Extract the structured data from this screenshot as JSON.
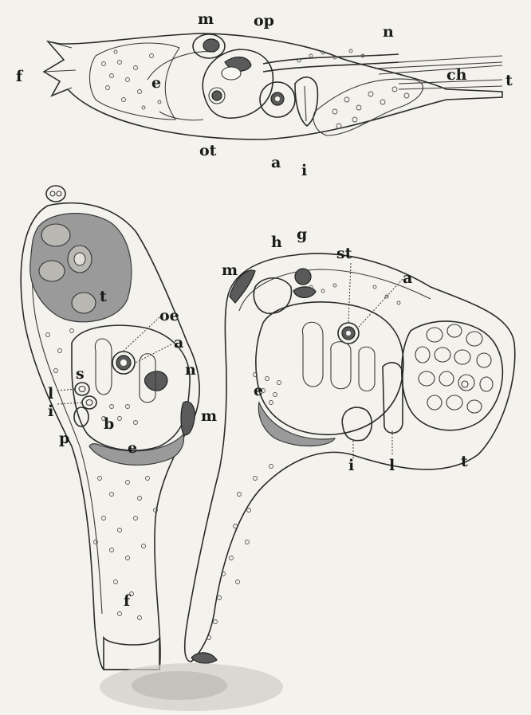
{
  "labels": {
    "top": {
      "f": "f",
      "m": "m",
      "op": "op",
      "n": "n",
      "ch": "ch",
      "t": "t",
      "e": "e",
      "ot": "ot",
      "a": "a",
      "i": "i"
    },
    "left": {
      "t": "t",
      "oe": "oe",
      "a": "a",
      "n": "n",
      "s": "s",
      "l": "l",
      "i": "i",
      "p": "p",
      "b": "b",
      "m": "m",
      "e": "e",
      "f": "f"
    },
    "right": {
      "m": "m",
      "h": "h",
      "g": "g",
      "st": "st",
      "a": "a",
      "e": "e",
      "i": "i",
      "l": "l",
      "t": "t"
    }
  }
}
